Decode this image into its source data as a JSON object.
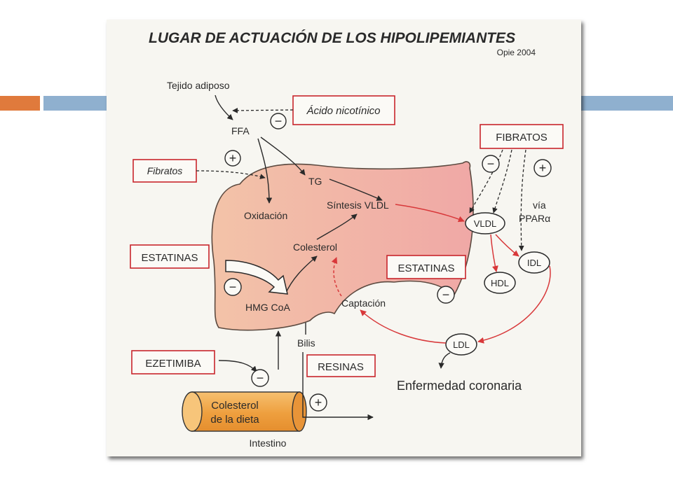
{
  "slide": {
    "accent_colors": {
      "orange": "#e07a3c",
      "blue": "#8fb0cf"
    }
  },
  "figure": {
    "title": "LUGAR DE ACTUACIÓN DE LOS HIPOLIPEMIANTES",
    "source": "Opie 2004",
    "drug_boxes": {
      "acido_nicotinico": "Ácido nicotínico",
      "fibratos_left": "Fibratos",
      "fibratos_right": "FIBRATOS",
      "estatinas_left": "ESTATINAS",
      "estatinas_right": "ESTATINAS",
      "ezetimiba": "EZETIMIBA",
      "resinas": "RESINAS"
    },
    "labels": {
      "tejido_adiposo": "Tejido adiposo",
      "ffa": "FFA",
      "tg": "TG",
      "oxidacion": "Oxidación",
      "sintesis_vldl": "Síntesis VLDL",
      "colesterol": "Colesterol",
      "hmg_coa": "HMG CoA",
      "captacion": "Captación",
      "bilis": "Bilis",
      "via": "vía",
      "ppar": "PPARα",
      "enfermedad": "Enfermedad coronaria",
      "colesterol_dieta_1": "Colesterol",
      "colesterol_dieta_2": "de la dieta",
      "intestino": "Intestino"
    },
    "lipoproteins": {
      "vldl": "VLDL",
      "idl": "IDL",
      "hdl": "HDL",
      "ldl": "LDL"
    },
    "signs": {
      "minus": "−",
      "plus": "+"
    },
    "colors": {
      "liver": "#f2b9a0",
      "box_border": "#c8252c",
      "red_arrow": "#d8383a",
      "intestine": "#efa64a"
    }
  }
}
